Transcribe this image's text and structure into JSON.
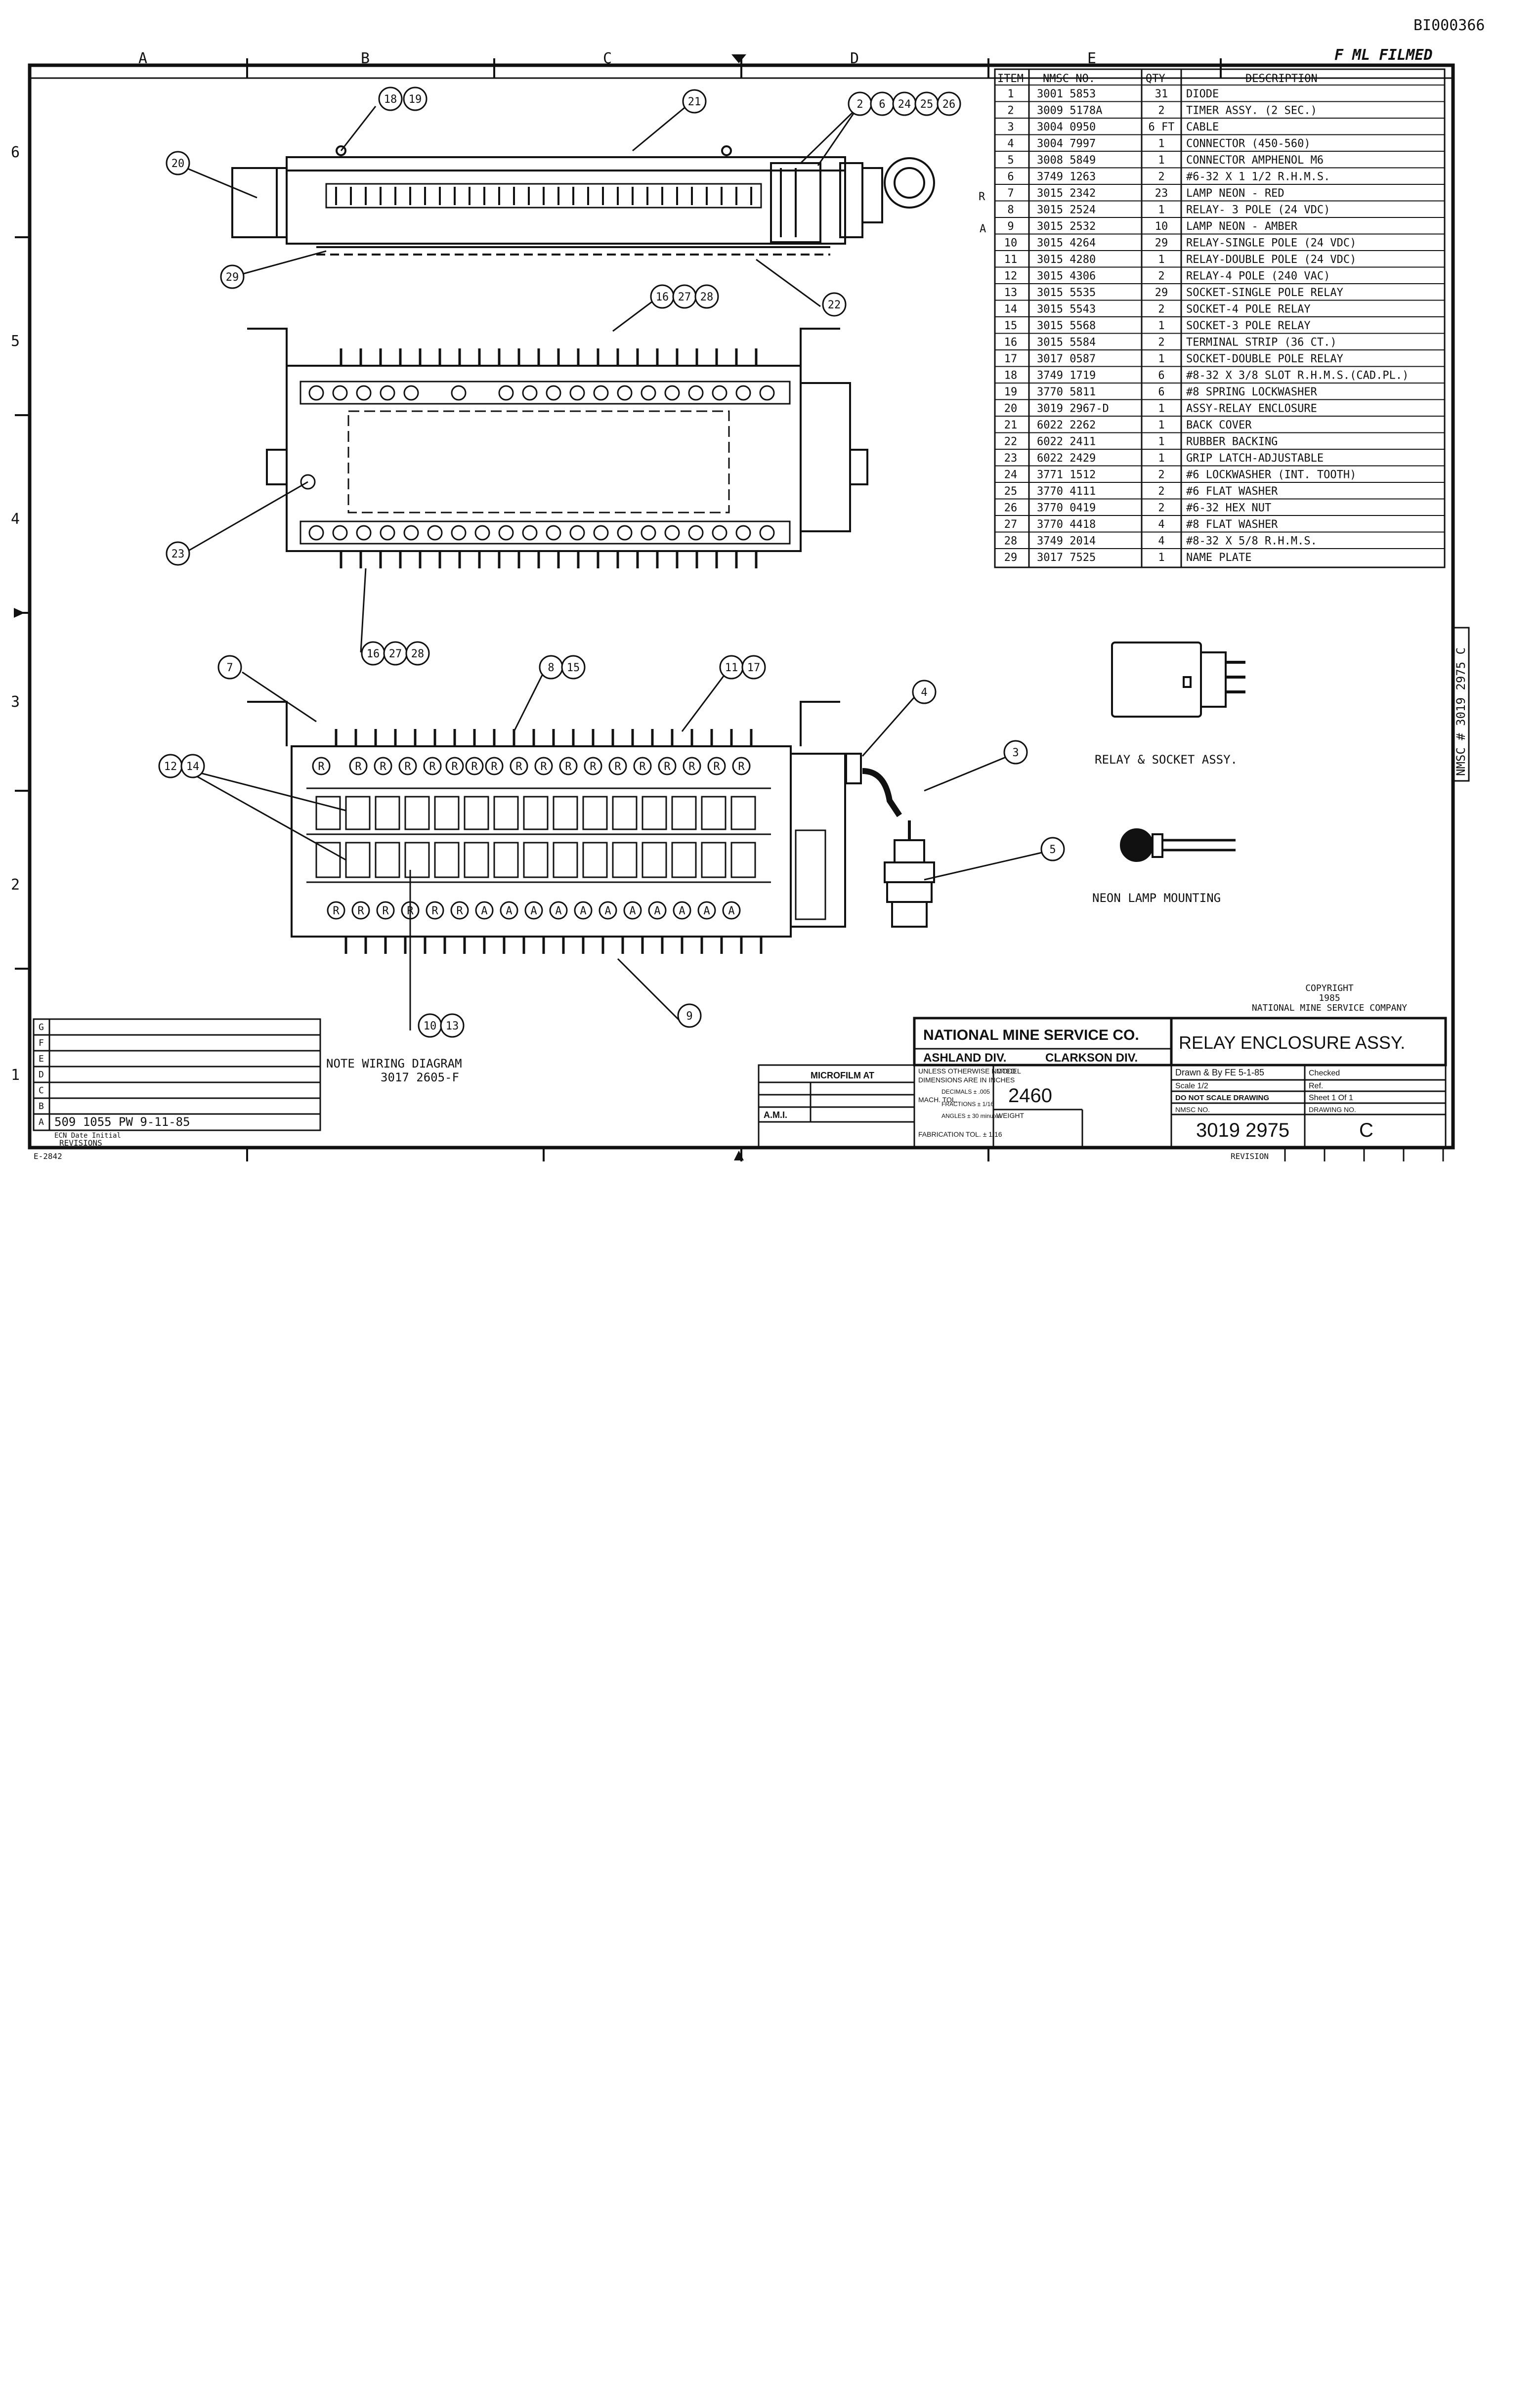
{
  "doc_id": "BI000366",
  "filmed_stamp": "F ML FILMED",
  "zones_top": [
    "A",
    "B",
    "C",
    "D",
    "E"
  ],
  "zones_side": [
    "6",
    "5",
    "4",
    "3",
    "2",
    "1"
  ],
  "bom_headers": [
    "ITEM",
    "NMSC NO.",
    "QTY",
    "DESCRIPTION"
  ],
  "bom_rows": [
    [
      "1",
      "3001 5853",
      "31",
      "DIODE"
    ],
    [
      "2",
      "3009 5178A",
      "2",
      "TIMER ASSY. (2 SEC.)"
    ],
    [
      "3",
      "3004 0950",
      "6 FT",
      "CABLE"
    ],
    [
      "4",
      "3004 7997",
      "1",
      "CONNECTOR (450-560)"
    ],
    [
      "5",
      "3008 5849",
      "1",
      "CONNECTOR AMPHENOL M6"
    ],
    [
      "6",
      "3749 1263",
      "2",
      "#6-32 X 1 1/2 R.H.M.S."
    ],
    [
      "7",
      "3015 2342",
      "23",
      "LAMP NEON - RED"
    ],
    [
      "8",
      "3015 2524",
      "1",
      "RELAY- 3 POLE (24 VDC)"
    ],
    [
      "9",
      "3015 2532",
      "10",
      "LAMP NEON - AMBER"
    ],
    [
      "10",
      "3015 4264",
      "29",
      "RELAY-SINGLE POLE (24 VDC)"
    ],
    [
      "11",
      "3015 4280",
      "1",
      "RELAY-DOUBLE POLE (24 VDC)"
    ],
    [
      "12",
      "3015 4306",
      "2",
      "RELAY-4 POLE (240 VAC)"
    ],
    [
      "13",
      "3015 5535",
      "29",
      "SOCKET-SINGLE POLE RELAY"
    ],
    [
      "14",
      "3015 5543",
      "2",
      "SOCKET-4 POLE RELAY"
    ],
    [
      "15",
      "3015 5568",
      "1",
      "SOCKET-3 POLE RELAY"
    ],
    [
      "16",
      "3015 5584",
      "2",
      "TERMINAL STRIP (36 CT.)"
    ],
    [
      "17",
      "3017 0587",
      "1",
      "SOCKET-DOUBLE POLE RELAY"
    ],
    [
      "18",
      "3749 1719",
      "6",
      "#8-32 X 3/8 SLOT R.H.M.S.(CAD.PL.)"
    ],
    [
      "19",
      "3770 5811",
      "6",
      "#8 SPRING LOCKWASHER"
    ],
    [
      "20",
      "3019 2967-D",
      "1",
      "ASSY-RELAY ENCLOSURE"
    ],
    [
      "21",
      "6022 2262",
      "1",
      "BACK COVER"
    ],
    [
      "22",
      "6022 2411",
      "1",
      "RUBBER BACKING"
    ],
    [
      "23",
      "6022 2429",
      "1",
      "GRIP LATCH-ADJUSTABLE"
    ],
    [
      "24",
      "3771 1512",
      "2",
      "#6 LOCKWASHER (INT. TOOTH)"
    ],
    [
      "25",
      "3770 4111",
      "2",
      "#6 FLAT WASHER"
    ],
    [
      "26",
      "3770 0419",
      "2",
      "#6-32 HEX NUT"
    ],
    [
      "27",
      "3770 4418",
      "4",
      "#8 FLAT WASHER"
    ],
    [
      "28",
      "3749 2014",
      "4",
      "#8-32 X 5/8 R.H.M.S."
    ],
    [
      "29",
      "3017 7525",
      "1",
      "NAME PLATE"
    ]
  ],
  "bom_margin_marks": {
    "r": "R",
    "a": "A"
  },
  "callouts": {
    "top_1819": [
      "18",
      "19"
    ],
    "top_21": "21",
    "top_2": [
      "2",
      "6",
      "24",
      "25",
      "26"
    ],
    "top_20": "20",
    "top_29": "29",
    "mid_162728a": [
      "16",
      "27",
      "28"
    ],
    "mid_22": "22",
    "mid_23": "23",
    "mid_162728b": [
      "16",
      "27",
      "28"
    ],
    "low_7": "7",
    "low_815": [
      "8",
      "15"
    ],
    "low_1117": [
      "11",
      "17"
    ],
    "low_4": "4",
    "low_1214": [
      "12",
      "14"
    ],
    "low_3": "3",
    "low_5": "5",
    "low_1013": [
      "10",
      "13"
    ],
    "low_9": "9"
  },
  "lamp_letters": {
    "top_row": [
      "R",
      "R",
      "R",
      "R",
      "R",
      "R",
      "R",
      "R",
      "R",
      "R",
      "R",
      "R",
      "R",
      "R",
      "R",
      "R",
      "R",
      "R"
    ],
    "bottom_row": [
      "R",
      "R",
      "R",
      "R",
      "R",
      "R",
      "A",
      "A",
      "A",
      "A",
      "A",
      "A",
      "A",
      "A",
      "A",
      "A",
      "A"
    ]
  },
  "captions": {
    "relay_socket": "RELAY & SOCKET ASSY.",
    "neon_lamp": "NEON LAMP MOUNTING",
    "note_line1": "NOTE WIRING DIAGRAM",
    "note_line2": "3017 2605-F",
    "copyright_1": "COPYRIGHT",
    "copyright_2": "1985",
    "copyright_3": "NATIONAL MINE SERVICE COMPANY"
  },
  "side_vertical": "NMSC # 3019 2975 C",
  "title_block": {
    "company": "NATIONAL MINE SERVICE CO.",
    "division_a": "ASHLAND DIV.",
    "division_b": "CLARKSON DIV.",
    "title": "RELAY ENCLOSURE ASSY.",
    "unless_1": "UNLESS OTHERWISE NOTED",
    "unless_2": "DIMENSIONS ARE IN INCHES",
    "mach_tol": "MACH. TOL.",
    "decimals": "DECIMALS ± .005",
    "fractions": "FRACTIONS ± 1/16",
    "angles": "ANGLES ± 30 minutes",
    "fab_tol": "FABRICATION TOL. ± 1/16",
    "model_label": "MODEL",
    "model_value": "2460",
    "weight_label": "WEIGHT",
    "drawn_by": "Drawn & By FE 5-1-85",
    "checked": "Checked",
    "scale": "Scale 1/2",
    "ref": "Ref.",
    "dont_scale": "DO NOT SCALE DRAWING",
    "sheet": "Sheet 1 Of 1",
    "nmsc_no_label": "NMSC NO.",
    "nmsc_no": "3019 2975",
    "drawing_no_label": "DRAWING NO.",
    "rev": "C",
    "microfilm": "MICROFILM AT",
    "ami": "A.M.I."
  },
  "revisions": {
    "letters": [
      "G",
      "F",
      "E",
      "D",
      "C",
      "B",
      "A"
    ],
    "entry": "509 1055 PW 9-11-85",
    "ecn": "ECN Date Initial",
    "title": "REVISIONS",
    "bottom_left": "E-2842",
    "revision_label": "REVISION"
  }
}
